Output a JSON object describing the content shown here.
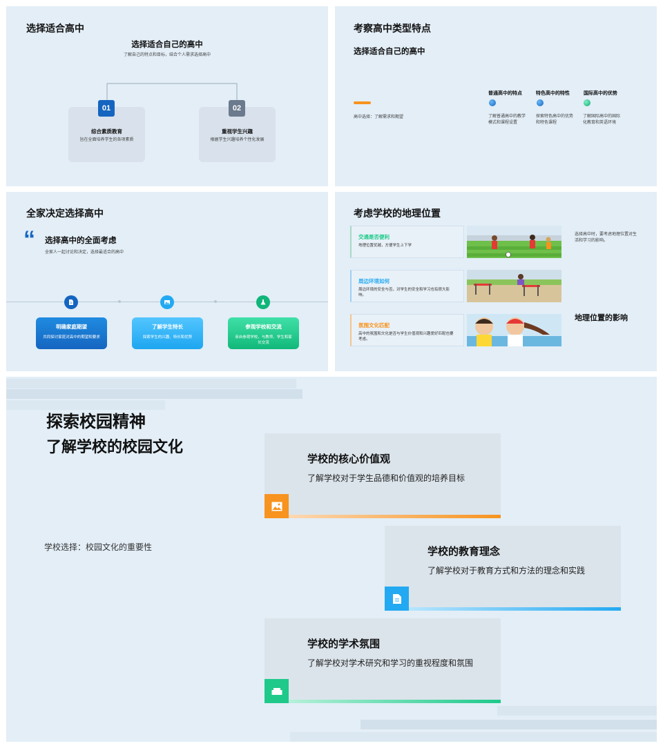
{
  "slide1": {
    "title": "选择适合高中",
    "heading": "选择适合自己的高中",
    "subtitle": "了解自己的特点和目标，结合个人需求选择高中",
    "items": [
      {
        "num": "01",
        "title": "综合素质教育",
        "desc": "旨在全面培养学生的各项素质",
        "color": "#1565c0"
      },
      {
        "num": "02",
        "title": "重视学生兴趣",
        "desc": "根据学生兴趣培养个性化发展",
        "color": "#6b7a8c"
      }
    ]
  },
  "slide2": {
    "title": "考察高中类型特点",
    "heading": "选择适合自己的高中",
    "left_text": "高中选择：了解需求和期望",
    "accent": "#f7931e",
    "columns": [
      {
        "title": "普通高中的特点",
        "desc": "了解普通高中的教学模式和课程设置",
        "color": "#1e88e5"
      },
      {
        "title": "特色高中的特性",
        "desc": "探索特色高中的优势和特色课程",
        "color": "#1e88e5"
      },
      {
        "title": "国际高中的优势",
        "desc": "了解国际高中的国际化教育和英语环境",
        "color": "#1ec98a"
      }
    ]
  },
  "slide3": {
    "title": "全家决定选择高中",
    "quote_mark": "“",
    "heading": "选择高中的全面考虑",
    "subtitle": "全家人一起讨论和决定，选择最适合的高中",
    "cards": [
      {
        "title": "明确家庭期望",
        "desc": "共同探讨家庭对高中的期望和要求",
        "icon": "document-icon",
        "color": "#1a74c9"
      },
      {
        "title": "了解学生特长",
        "desc": "探索学生的兴趣、特长和优势",
        "icon": "image-icon",
        "color": "#23a9f2"
      },
      {
        "title": "参观学校和交流",
        "desc": "亲自参观学校，与教师、学生和家长交流",
        "icon": "flask-icon",
        "color": "#1ec98a"
      }
    ]
  },
  "slide4": {
    "title": "考虑学校的地理位置",
    "side_text": "选择高中时，要考虑地理位置对生活和学习的影响。",
    "side_heading": "地理位置的影响",
    "cards": [
      {
        "title": "交通是否便利",
        "desc": "地理位置优越，方便学生上下学",
        "color": "#1ec98a"
      },
      {
        "title": "周边环境如何",
        "desc": "周边环境的安全与否，对学生的安全和学习也有很大影响。",
        "color": "#23a9f2"
      },
      {
        "title": "氛围文化匹配",
        "desc": "高中的氛围和文化是否与学生价值观和兴趣爱好匹配也要考虑。",
        "color": "#f7931e"
      }
    ]
  },
  "slide5": {
    "title_line1": "探索校园精神",
    "title_line2": "了解学校的校园文化",
    "left_text": "学校选择：校园文化的重要性",
    "cards": [
      {
        "title": "学校的核心价值观",
        "desc": "了解学校对于学生品德和价值观的培养目标",
        "icon": "image-icon",
        "color": "#f7931e"
      },
      {
        "title": "学校的教育理念",
        "desc": "了解学校对于教育方式和方法的理念和实践",
        "icon": "document-icon",
        "color": "#23a9f2"
      },
      {
        "title": "学校的学术氛围",
        "desc": "了解学校对学术研究和学习的重视程度和氛围",
        "icon": "sofa-icon",
        "color": "#1ec98a"
      }
    ]
  }
}
